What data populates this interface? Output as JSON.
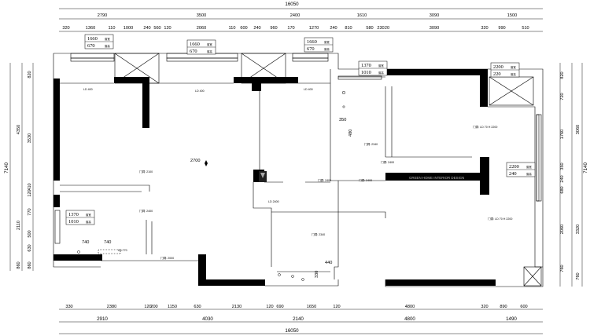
{
  "dimensions": {
    "top_total": "16050",
    "top_row1": [
      "2790",
      "3500",
      "2400",
      "1610",
      "3090",
      "1500"
    ],
    "top_row2": [
      "320",
      "1360",
      "110",
      "1000",
      "240",
      "560",
      "120",
      "2060",
      "110",
      "600",
      "240",
      "960",
      "170",
      "1270",
      "240",
      "810",
      "580",
      "230",
      "20",
      "3090",
      "320",
      "990",
      "510"
    ],
    "bottom_row1": [
      "330",
      "2380",
      "120",
      "200",
      "1150",
      "630",
      "2130",
      "120",
      "690",
      "1650",
      "120",
      "4800",
      "320",
      "890",
      "600"
    ],
    "bottom_row2": [
      "2910",
      "4030",
      "2140",
      "4800",
      "1490"
    ],
    "bottom_total": "16050",
    "left_outer": [
      "7140"
    ],
    "left_inner": [
      "4350",
      "2110",
      "860"
    ],
    "left_detail": [
      "820",
      "3530",
      "410",
      "120",
      "770",
      "500",
      "630",
      "860"
    ],
    "right_outer": [
      "7140"
    ],
    "right_inner": [
      "3060",
      "3320",
      "760"
    ],
    "right_detail": [
      "820",
      "720",
      "1760",
      "350",
      "240",
      "680",
      "2060",
      "760"
    ]
  },
  "window_tags": [
    {
      "w": "1660",
      "h": "670"
    },
    {
      "w": "1660",
      "h": "670"
    },
    {
      "w": "1660",
      "h": "670"
    },
    {
      "w": "1370",
      "h": "1010"
    },
    {
      "w": "2200",
      "h": "220"
    },
    {
      "w": "2200",
      "h": "240"
    },
    {
      "w": "1370",
      "h": "1010"
    }
  ],
  "tag_suffix": "窗宽",
  "tag_suffix2": "窗高",
  "room_labels": [
    "LD 400",
    "LD 400",
    "LD 400",
    "门洞: 2100",
    "门洞: 2400",
    "门洞: 2400",
    "门洞: 2340",
    "门洞: 2400",
    "门洞: 2400",
    "门洞: 2340",
    "门洞: 2000",
    "LD 2400",
    "LD:770",
    "门洞: LD 70 H 2200",
    "门洞: LD 70 H 2200"
  ],
  "mid_measure": "2700",
  "small_measures": [
    "350",
    "480",
    "740",
    "740",
    "440",
    "330"
  ],
  "watermark": "GREEN HOME INTERIOR DESIGN"
}
